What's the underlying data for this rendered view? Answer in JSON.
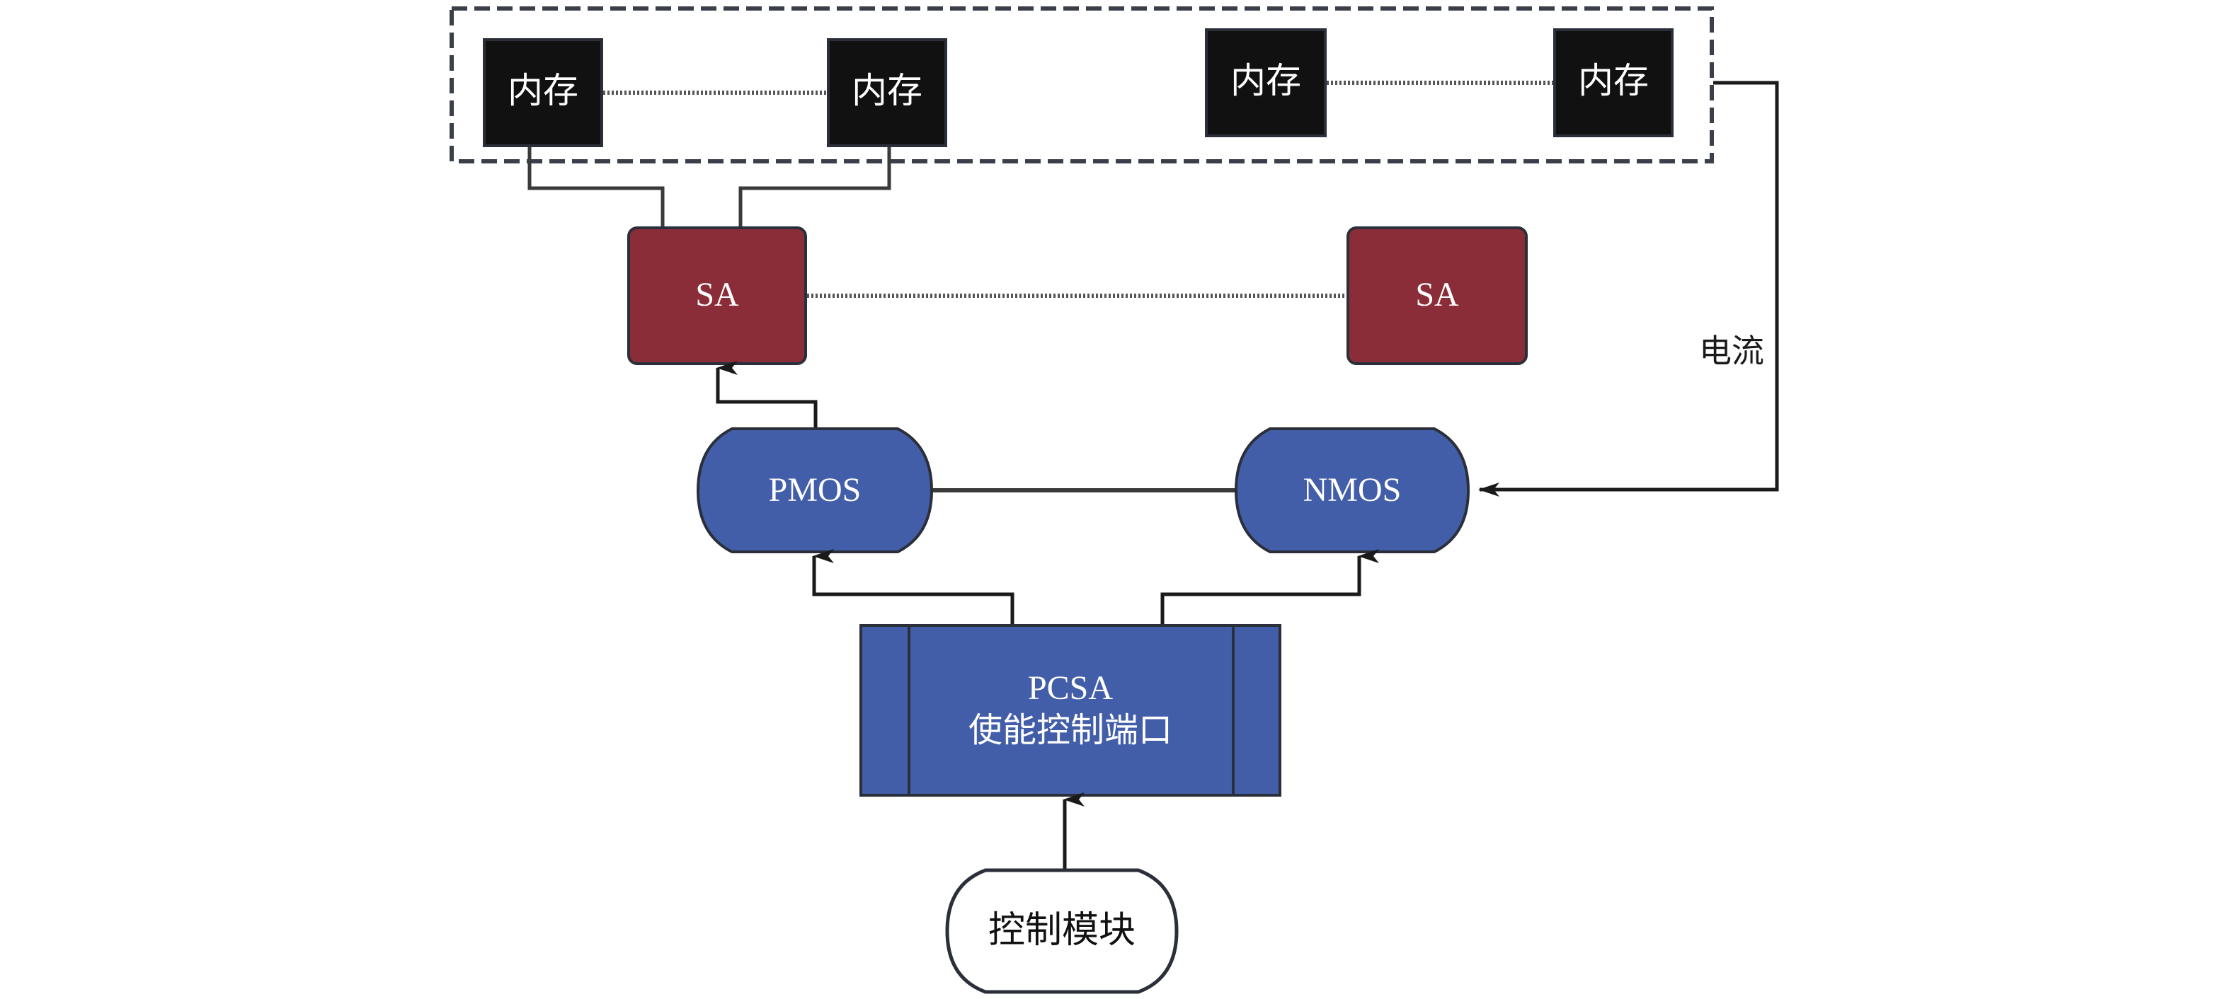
{
  "diagram": {
    "type": "block-diagram",
    "colors": {
      "memory_fill": "#111111",
      "sa_fill": "#8b2d38",
      "transistor_fill": "#435ea9",
      "pcsa_fill": "#435ea9",
      "control_fill": "#ffffff",
      "border": "#2b2f3a",
      "line": "#222222",
      "dashed_border": "#3a3f4a"
    },
    "memory_group": {
      "label": "memory-array-group",
      "cells": [
        {
          "label": "内存"
        },
        {
          "label": "内存"
        },
        {
          "label": "内存"
        },
        {
          "label": "内存"
        }
      ]
    },
    "sense_amps": [
      {
        "label": "SA"
      },
      {
        "label": "SA"
      }
    ],
    "transistors": [
      {
        "label": "PMOS"
      },
      {
        "label": "NMOS"
      }
    ],
    "pcsa": {
      "line1": "PCSA",
      "line2": "使能控制端口"
    },
    "control_module": {
      "label": "控制模块"
    },
    "edge_labels": {
      "current": "电流"
    },
    "edges": [
      {
        "from": "内存 (1)",
        "to": "SA (1)",
        "style": "solid"
      },
      {
        "from": "内存 (2)",
        "to": "SA (1)",
        "style": "solid"
      },
      {
        "from": "内存 (1)",
        "to": "内存 (2)",
        "style": "dotted"
      },
      {
        "from": "内存 (3)",
        "to": "内存 (4)",
        "style": "dotted"
      },
      {
        "from": "SA (1)",
        "to": "SA (2)",
        "style": "dotted"
      },
      {
        "from": "PMOS",
        "to": "SA (1)",
        "style": "arrow"
      },
      {
        "from": "PMOS",
        "to": "NMOS",
        "style": "solid"
      },
      {
        "from": "PCSA",
        "to": "PMOS",
        "style": "arrow"
      },
      {
        "from": "PCSA",
        "to": "NMOS",
        "style": "arrow"
      },
      {
        "from": "控制模块",
        "to": "PCSA",
        "style": "arrow"
      },
      {
        "from": "memory-array-group",
        "to": "NMOS",
        "style": "arrow",
        "label": "电流"
      }
    ]
  }
}
